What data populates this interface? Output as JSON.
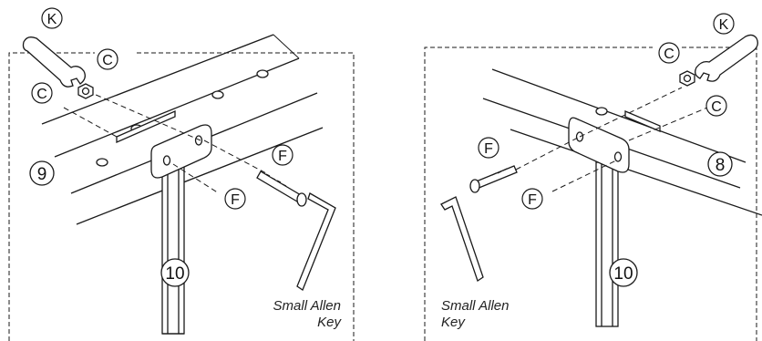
{
  "left_panel": {
    "callouts": {
      "wrench": "K",
      "nut_upper": "C",
      "nut_lower": "C",
      "bolt": "F",
      "bolt_lower": "F",
      "rail": "9",
      "leg": "10"
    },
    "tool_caption_line1": "Small Allen",
    "tool_caption_line2": "Key"
  },
  "right_panel": {
    "callouts": {
      "wrench": "K",
      "nut_upper": "C",
      "nut_lower": "C",
      "bolt": "F",
      "bolt_lower": "F",
      "rail": "8",
      "leg": "10"
    },
    "tool_caption_line1": "Small Allen",
    "tool_caption_line2": "Key"
  },
  "colors": {
    "line": "#1a1a1a",
    "bracket": "#ffffff",
    "hole": "#ffffff"
  }
}
